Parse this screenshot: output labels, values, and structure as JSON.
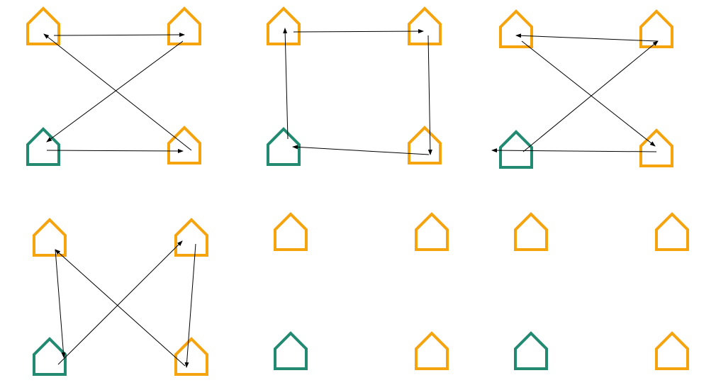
{
  "colors": {
    "start_house": "#218a71",
    "other_house": "#f5a40d",
    "arrow": "#000000"
  },
  "icons": {
    "house": "house-outline-icon"
  },
  "panels": [
    {
      "houses": [
        "start",
        "other",
        "other",
        "other"
      ],
      "route": [
        "bottom-left",
        "bottom-right",
        "top-left",
        "top-right",
        "bottom-left"
      ]
    },
    {
      "houses": [
        "start",
        "other",
        "other",
        "other"
      ],
      "route": [
        "bottom-left",
        "top-left",
        "top-right",
        "bottom-right",
        "bottom-left"
      ]
    },
    {
      "houses": [
        "start",
        "other",
        "other",
        "other"
      ],
      "route": [
        "bottom-left",
        "top-right",
        "top-left",
        "bottom-right",
        "bottom-left"
      ]
    },
    {
      "houses": [
        "start",
        "other",
        "other",
        "other"
      ],
      "route": [
        "bottom-left",
        "top-right",
        "bottom-right",
        "top-left",
        "bottom-left"
      ]
    },
    {
      "houses": [
        "start",
        "other",
        "other",
        "other"
      ],
      "route": []
    },
    {
      "houses": [
        "start",
        "other",
        "other",
        "other"
      ],
      "route": []
    }
  ]
}
